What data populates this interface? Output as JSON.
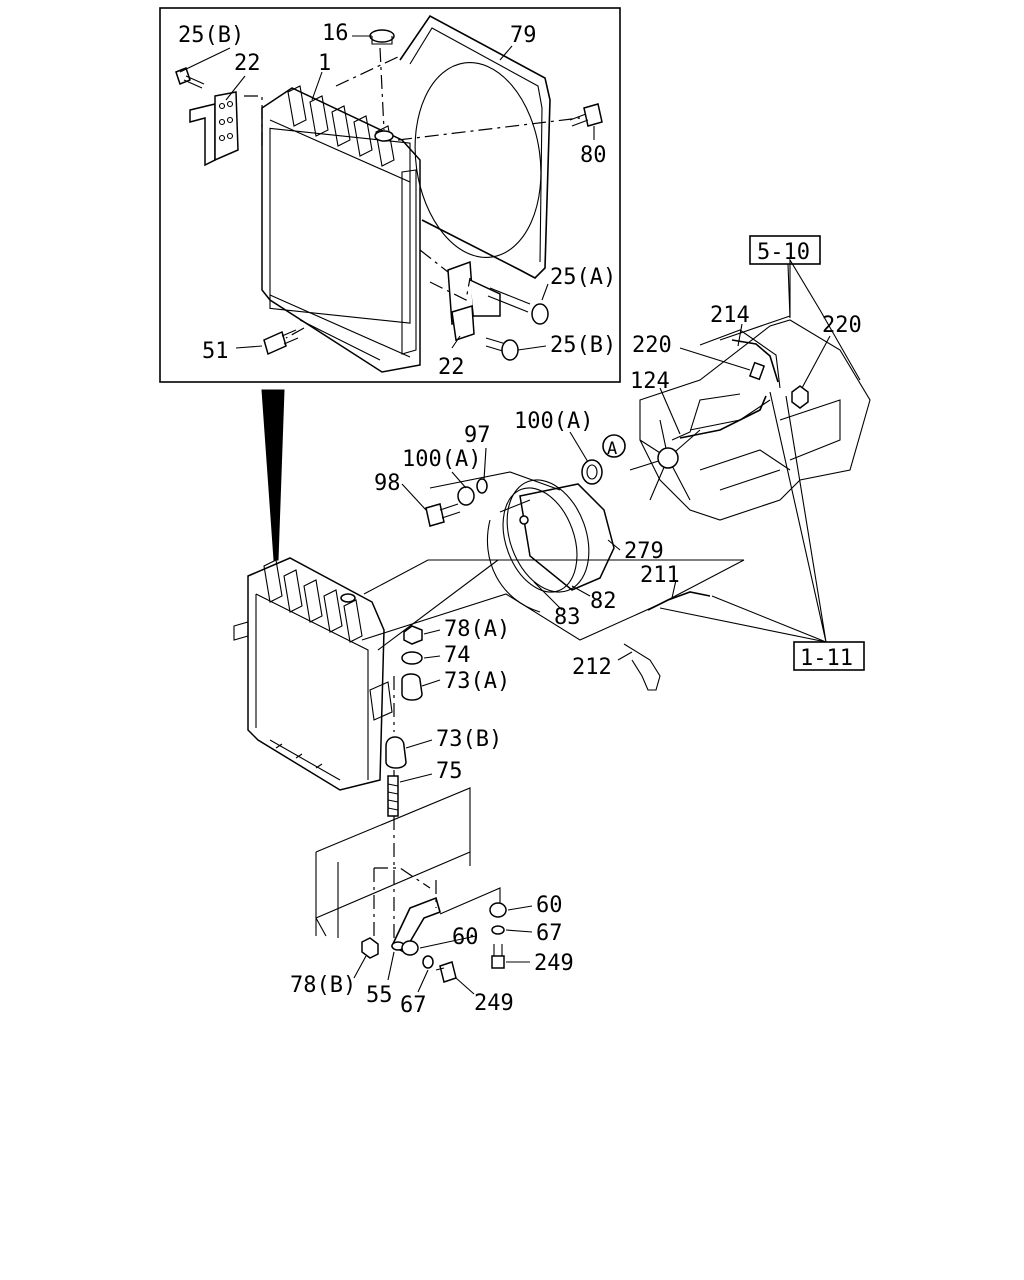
{
  "labels": {
    "l_25b_top": "25(B)",
    "l_22_top": "22",
    "l_16": "16",
    "l_1": "1",
    "l_79": "79",
    "l_80": "80",
    "l_25a_inset": "25(A)",
    "l_25b_inset": "25(B)",
    "l_22_bottom": "22",
    "l_51": "51",
    "l_510": "5-10",
    "l_214": "214",
    "l_220_right": "220",
    "l_220_left": "220",
    "l_124": "124",
    "l_100a_right": "100(A)",
    "l_97": "97",
    "l_100a_left": "100(A)",
    "l_98": "98",
    "l_a": "A",
    "l_279": "279",
    "l_211": "211",
    "l_82": "82",
    "l_83": "83",
    "l_111": "1-11",
    "l_212": "212",
    "l_78a": "78(A)",
    "l_74": "74",
    "l_73a": "73(A)",
    "l_73b": "73(B)",
    "l_75": "75",
    "l_60_right": "60",
    "l_67_right": "67",
    "l_249_right": "249",
    "l_60_left": "60",
    "l_78b": "78(B)",
    "l_55": "55",
    "l_67_left": "67",
    "l_249_left": "249"
  }
}
